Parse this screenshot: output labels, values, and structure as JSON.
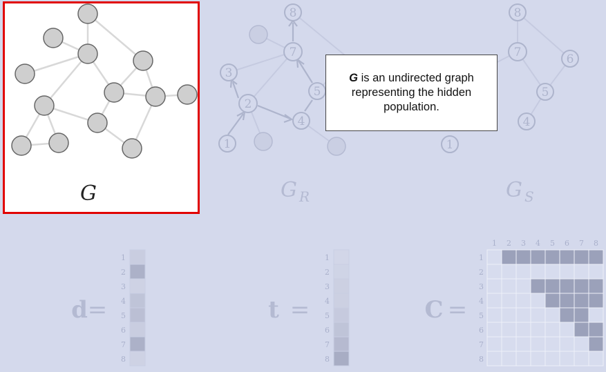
{
  "panels": {
    "g_label": "G",
    "gr_label": "G",
    "gr_sub": "R",
    "gs_label": "G",
    "gs_sub": "S"
  },
  "callout": {
    "bold": "G",
    "text": " is an undirected graph representing the hidden population."
  },
  "vectors": {
    "d_label": "d",
    "t_label": "t",
    "c_label": "C",
    "equals": "=",
    "indices": [
      "1",
      "2",
      "3",
      "4",
      "5",
      "6",
      "7",
      "8"
    ],
    "d_shading": [
      0.15,
      0.45,
      0.1,
      0.25,
      0.3,
      0.15,
      0.45,
      0.1
    ],
    "t_shading": [
      0.05,
      0.08,
      0.12,
      0.12,
      0.18,
      0.25,
      0.35,
      0.5
    ]
  },
  "matrix": {
    "size": 8,
    "filled_rows": [
      [
        1,
        1,
        1,
        1,
        1,
        1,
        1
      ],
      [
        0,
        0,
        0,
        0,
        0,
        0
      ],
      [
        1,
        1,
        1,
        1,
        1
      ],
      [
        1,
        1,
        1,
        1
      ],
      [
        1,
        1,
        0
      ],
      [
        1,
        1
      ],
      [
        1
      ]
    ]
  },
  "colors": {
    "background": "#d4d9ec",
    "highlight_border": "#e10000",
    "node_fill": "#cfcfcf",
    "faded_text": "#a9b0cb"
  }
}
